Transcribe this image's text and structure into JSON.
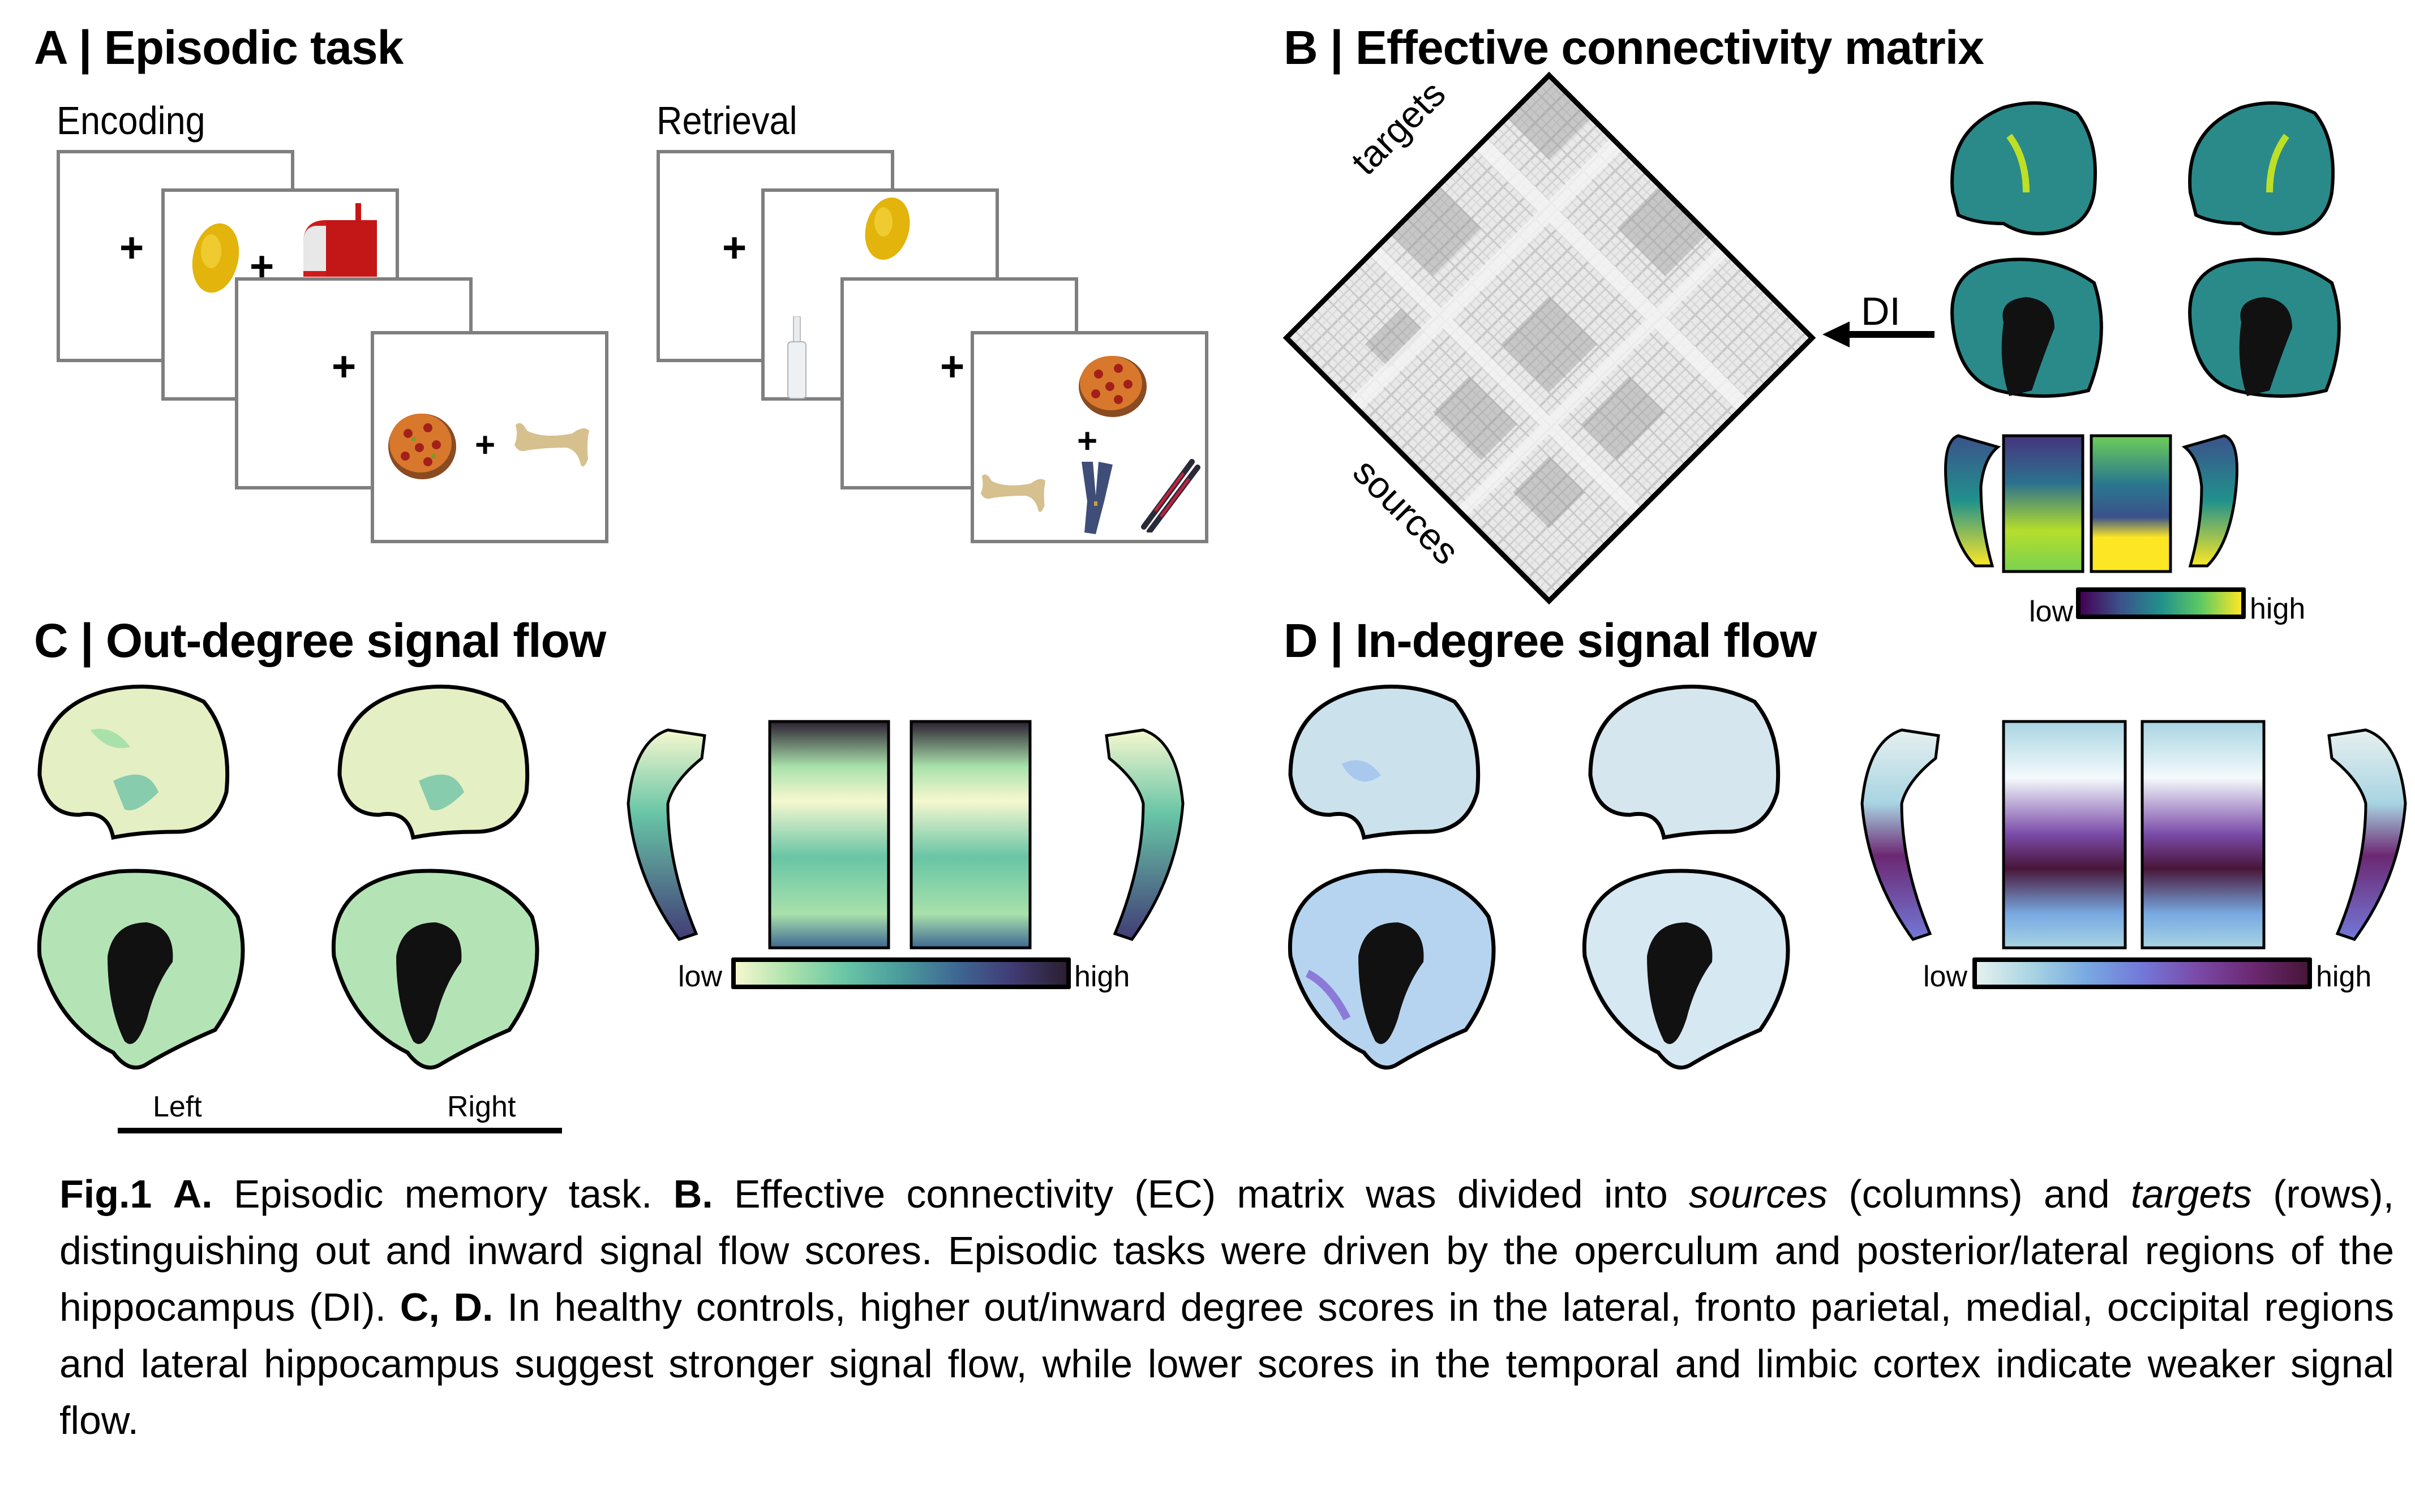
{
  "figure": {
    "panels": {
      "a": {
        "title": "A | Episodic task",
        "encoding": {
          "label": "Encoding",
          "cards": [
            {
              "items": [
                "fixation-cross"
              ]
            },
            {
              "items": [
                "lemon",
                "fixation-cross",
                "mailbox"
              ]
            },
            {
              "items": [
                "fixation-cross"
              ]
            },
            {
              "items": [
                "pizza",
                "fixation-cross",
                "bone"
              ]
            }
          ]
        },
        "retrieval": {
          "label": "Retrieval",
          "cards": [
            {
              "items": [
                "fixation-cross"
              ]
            },
            {
              "items": [
                "lemon",
                "bottle"
              ]
            },
            {
              "items": [
                "fixation-cross"
              ]
            },
            {
              "items": [
                "pizza",
                "fixation-cross",
                "bone",
                "zipper",
                "skis"
              ]
            }
          ]
        },
        "fixation_symbol": "+"
      },
      "b": {
        "title": "B | Effective connectivity matrix",
        "matrix_axis_targets": "targets",
        "matrix_axis_sources": "sources",
        "arrow_label": "DI",
        "colorbar": {
          "low": "low",
          "high": "high",
          "colormap": "viridis",
          "stops": [
            "#440154",
            "#3b528b",
            "#21918c",
            "#5ec962",
            "#fde725"
          ]
        }
      },
      "c": {
        "title": "C | Out-degree signal flow",
        "hemisphere_left": "Left",
        "hemisphere_right": "Right",
        "colorbar": {
          "low": "low",
          "high": "high",
          "colormap": "mako_r",
          "stops": [
            "#f6f8cf",
            "#a9e1ab",
            "#68c5a6",
            "#4a9b9c",
            "#3e6893",
            "#413c76",
            "#2b1f30"
          ]
        }
      },
      "d": {
        "title": "D | In-degree signal flow",
        "colorbar": {
          "low": "low",
          "high": "high",
          "colormap": "dense",
          "stops": [
            "#e6f0ef",
            "#a8d4e2",
            "#78a9e2",
            "#7378d8",
            "#7a4aa8",
            "#6c2872",
            "#481638"
          ]
        }
      }
    },
    "caption": {
      "fig_label": "Fig.1",
      "a_label": "A.",
      "a_text": " Episodic memory task. ",
      "b_label": "B.",
      "b_text_1": " Effective connectivity (EC) matrix was divided into ",
      "b_sources": "sources",
      "b_text_2": " (columns) and ",
      "b_targets": "targets",
      "b_text_3": " (rows), distinguishing out and inward signal flow scores. Episodic tasks were driven by the operculum and posterior/lateral regions of the hippocampus (DI). ",
      "cd_label": "C, D.",
      "cd_text": " In healthy controls, higher out/inward degree scores in the lateral, fronto parietal, medial, occipital regions and lateral hippocampus suggest stronger signal flow, while lower scores in the temporal and limbic cortex indicate weaker signal flow."
    }
  }
}
